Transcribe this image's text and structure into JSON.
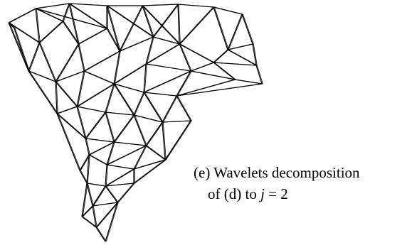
{
  "figure": {
    "caption_line1": "(e) Wavelets decomposition",
    "caption_line2_prefix": "of (d) to ",
    "caption_variable": "j",
    "caption_line2_suffix": " = 2"
  }
}
